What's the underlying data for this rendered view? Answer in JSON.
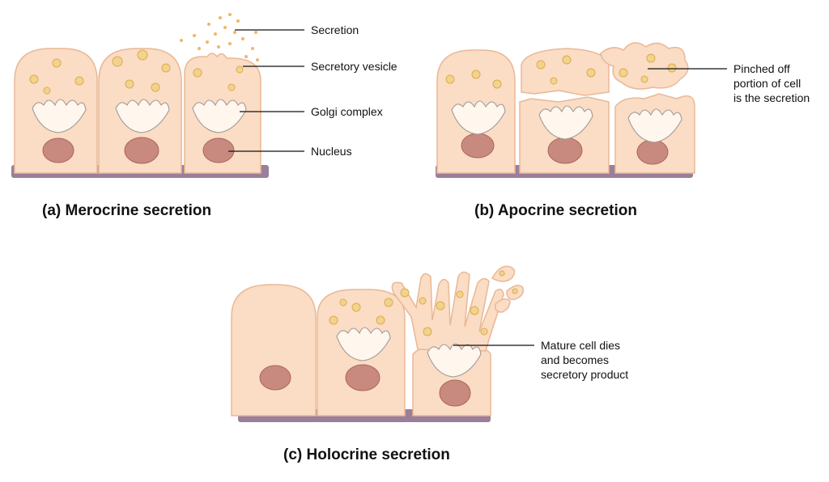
{
  "colors": {
    "cell_fill": "#fbdcc4",
    "cell_outline": "#e9b896",
    "nucleus": "#c88a7f",
    "vesicle": "#f3d38c",
    "basement_membrane": "#9a7f9a"
  },
  "panels": {
    "merocrine": {
      "caption": "(a) Merocrine secretion",
      "labels": {
        "secretion": "Secretion",
        "vesicle": "Secretory vesicle",
        "golgi": "Golgi complex",
        "nucleus": "Nucleus"
      }
    },
    "apocrine": {
      "caption": "(b) Apocrine secretion",
      "labels": {
        "line1": "Pinched off",
        "line2": "portion of cell",
        "line3": "is the secretion"
      }
    },
    "holocrine": {
      "caption": "(c) Holocrine secretion",
      "labels": {
        "line1": "Mature cell dies",
        "line2": "and becomes",
        "line3": "secretory product"
      }
    }
  }
}
